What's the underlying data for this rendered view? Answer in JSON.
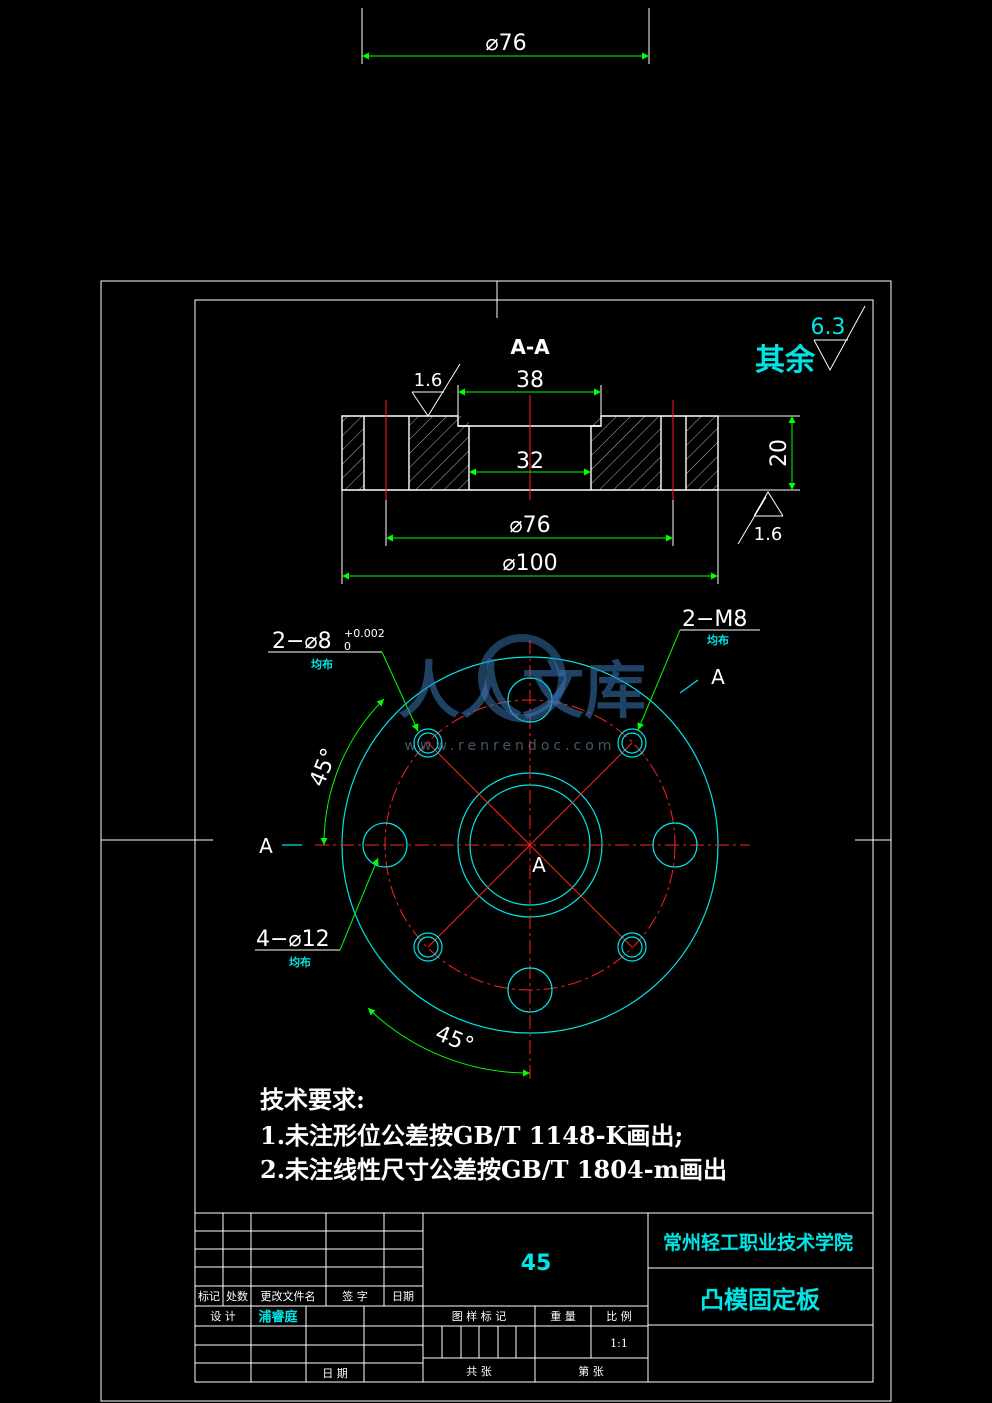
{
  "top_dimension": "⌀76",
  "section": {
    "title": "A-A",
    "other_roughness_label": "其余",
    "other_roughness_value": "6.3",
    "roughness_top": "1.6",
    "roughness_bottom": "1.6",
    "dim_38": "38",
    "dim_32": "32",
    "dim_20": "20",
    "dim_d76": "⌀76",
    "dim_d100": "⌀100"
  },
  "plan": {
    "dowel_holes": "2−⌀8",
    "dowel_tol_upper": "+0.002",
    "dowel_tol_lower": "0",
    "dowel_even": "均布",
    "thread_holes": "2−M8",
    "thread_even": "均布",
    "bolt_holes": "4−⌀12",
    "bolt_even": "均布",
    "angle_top": "45°",
    "angle_bottom": "45°",
    "section_left": "A",
    "section_right": "A",
    "section_center": "A"
  },
  "watermark": {
    "brand": "人人文库",
    "url": "www.renrendoc.com"
  },
  "notes": {
    "heading": "技术要求:",
    "line1": "1.未注形位公差按GB/T 1148-K画出;",
    "line2": "2.未注线性尺寸公差按GB/T 1804-m画出"
  },
  "title_block": {
    "material": "45",
    "school": "常州轻工职业技术学院",
    "part_name": "凸模固定板",
    "h_mark": "标记",
    "h_count": "处数",
    "h_doc": "更改文件名",
    "h_sign": "签 字",
    "h_date": "日期",
    "designer_label": "设 计",
    "designer_name": "浦睿庭",
    "date_label": "日 期",
    "h_stage": "图 样 标 记",
    "h_weight": "重 量",
    "h_scale": "比 例",
    "scale_value": "1:1",
    "total_sheets": "共 张",
    "sheet_no": "第 张"
  }
}
